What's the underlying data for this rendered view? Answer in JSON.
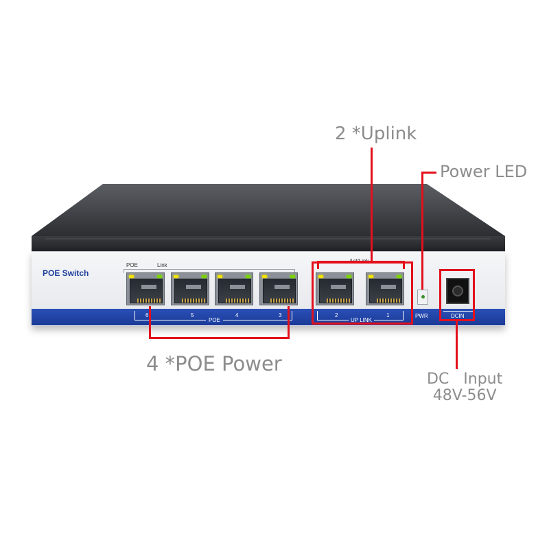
{
  "callouts": {
    "uplink": "2 *Uplink",
    "power_led": "Power LED",
    "poe_power": "4 *POE Power",
    "dc_input_line1": "DC   Input",
    "dc_input_line2": "48V-56V"
  },
  "device": {
    "brand": "POE Switch",
    "poe_led_label": "POE",
    "link_led_label": "Link",
    "act_link_label": "Act/Link",
    "poe_group_label": "POE",
    "uplink_group_label": "UP LINK",
    "pwr_label": "PWR",
    "dcin_label": "DCIN",
    "poe_ports": [
      "6",
      "5",
      "4",
      "3"
    ],
    "uplink_ports": [
      "2",
      "1"
    ]
  },
  "colors": {
    "callout_red": "#e3101c",
    "panel_blue": "#1a3a97",
    "callout_text": "#8c8c8c"
  },
  "icons": {
    "ports": "rj45-port-icon",
    "pwr": "led-indicator-icon",
    "dc": "dc-jack-icon"
  }
}
